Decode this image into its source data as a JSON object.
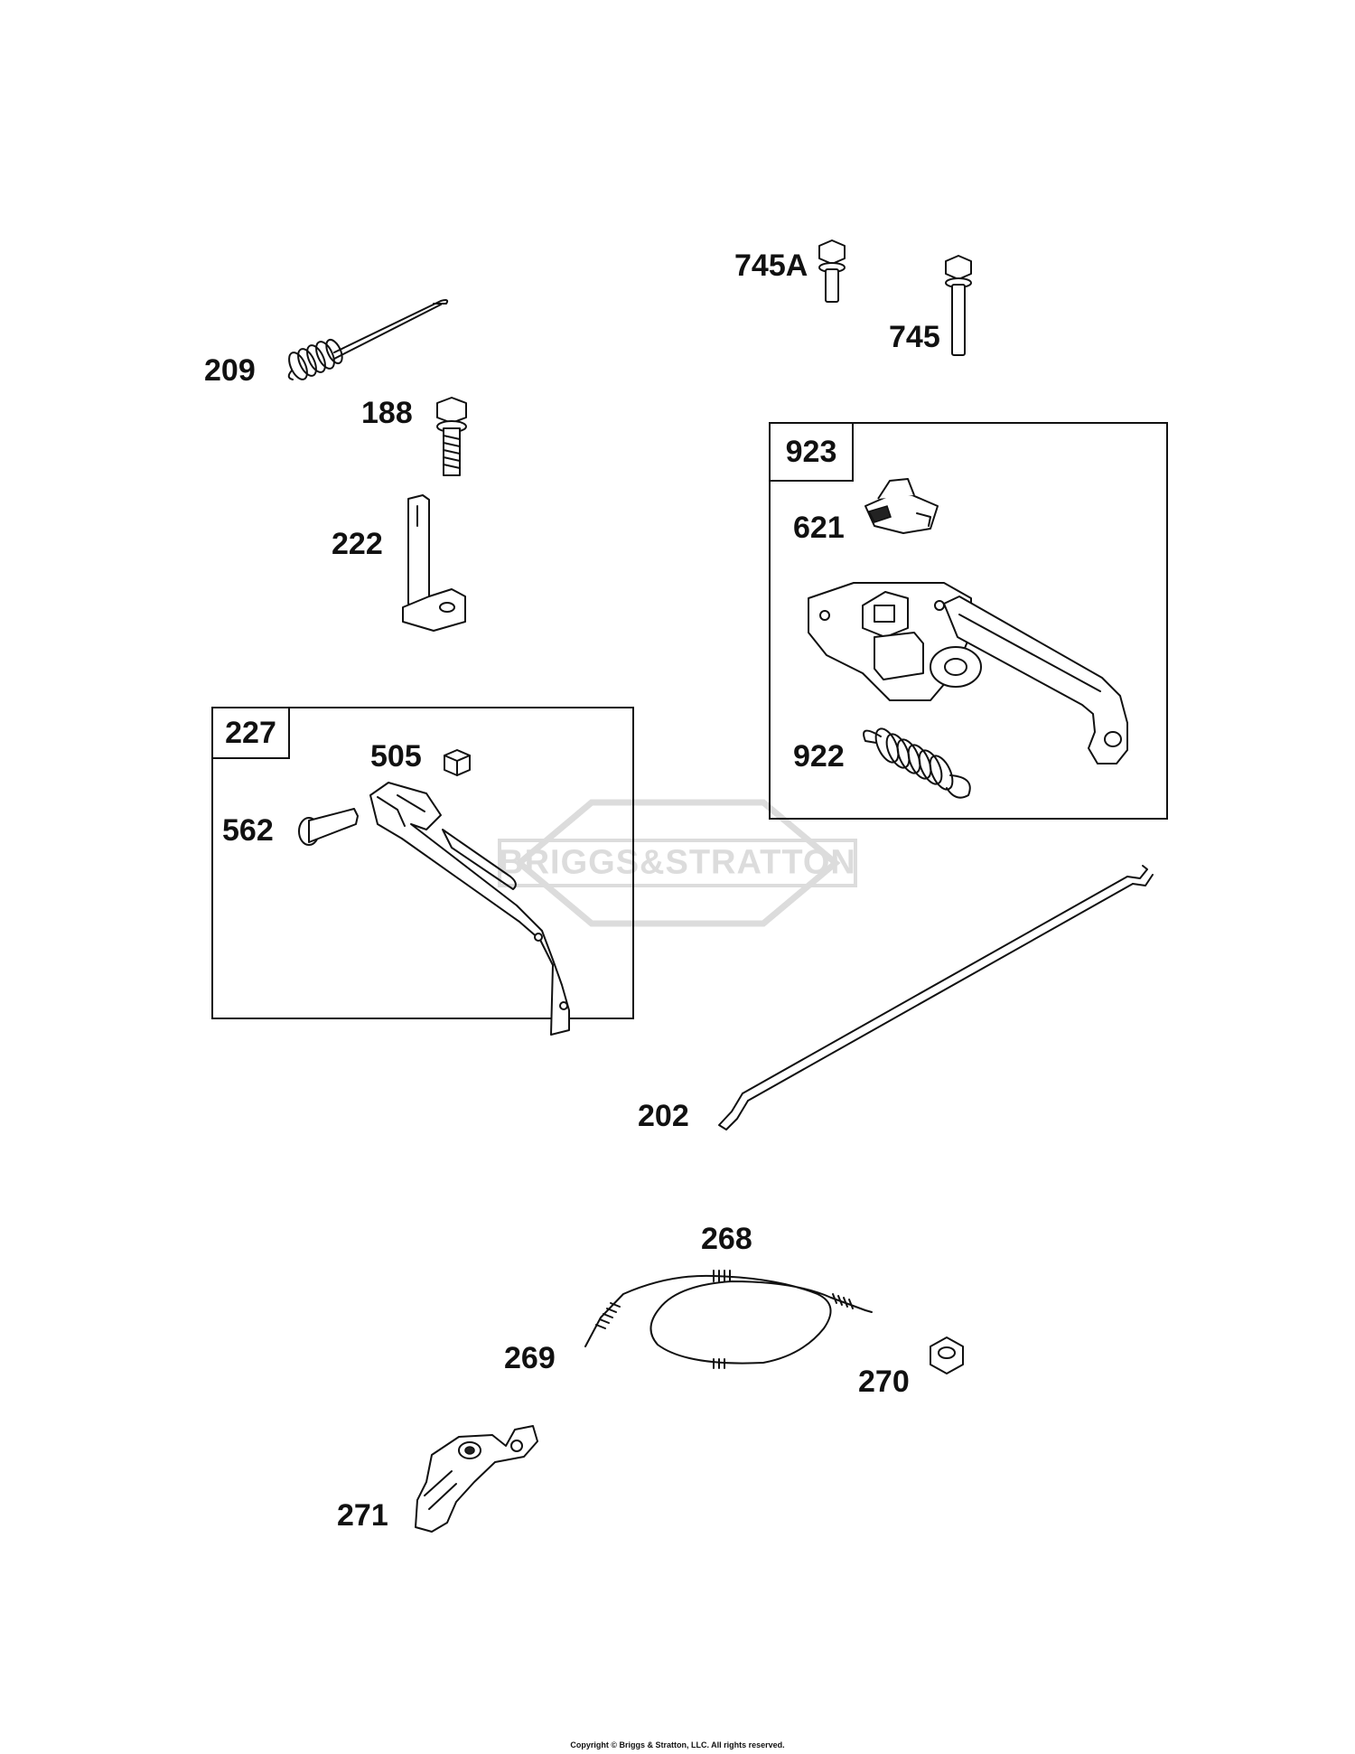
{
  "diagram": {
    "parts": {
      "p209": "209",
      "p188": "188",
      "p222": "222",
      "p745A": "745A",
      "p745": "745",
      "p621": "621",
      "p922": "922",
      "p505": "505",
      "p562": "562",
      "p202": "202",
      "p268": "268",
      "p269": "269",
      "p270": "270",
      "p271": "271"
    },
    "kits": {
      "k923": "923",
      "k227": "227"
    },
    "watermark": "BRIGGS&STRATTON",
    "copyright": "Copyright © Briggs & Stratton, LLC. All rights reserved."
  }
}
